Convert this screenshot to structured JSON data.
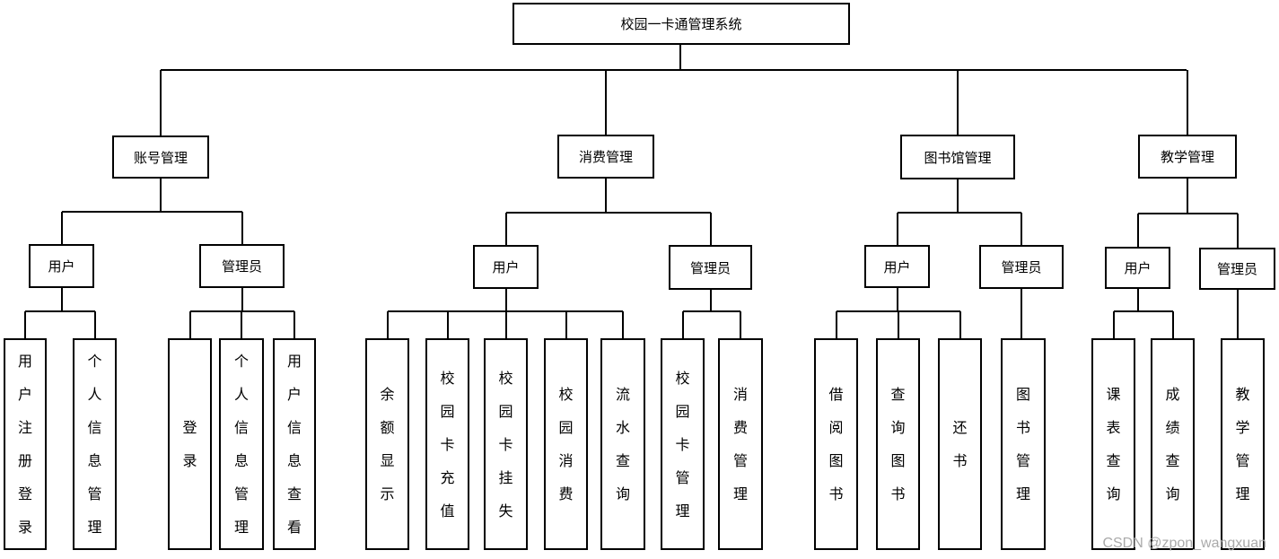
{
  "root": "校园一卡通管理系统",
  "modules": [
    {
      "label": "账号管理",
      "roles": [
        {
          "label": "用户",
          "functions": [
            "用户注册登录",
            "个人信息管理"
          ]
        },
        {
          "label": "管理员",
          "functions": [
            "登录",
            "个人信息管理",
            "用户信息查看"
          ]
        }
      ]
    },
    {
      "label": "消费管理",
      "roles": [
        {
          "label": "用户",
          "functions": [
            "余额显示",
            "校园卡充值",
            "校园卡挂失",
            "校园消费",
            "流水查询"
          ]
        },
        {
          "label": "管理员",
          "functions": [
            "校园卡管理",
            "消费管理"
          ]
        }
      ]
    },
    {
      "label": "图书馆管理",
      "roles": [
        {
          "label": "用户",
          "functions": [
            "借阅图书",
            "查询图书",
            "还书"
          ]
        },
        {
          "label": "管理员",
          "functions": [
            "图书管理"
          ]
        }
      ]
    },
    {
      "label": "教学管理",
      "roles": [
        {
          "label": "用户",
          "functions": [
            "课表查询",
            "成绩查询"
          ]
        },
        {
          "label": "管理员",
          "functions": [
            "教学管理"
          ]
        }
      ]
    }
  ],
  "watermark": "CSDN @zpon_wangxuan"
}
